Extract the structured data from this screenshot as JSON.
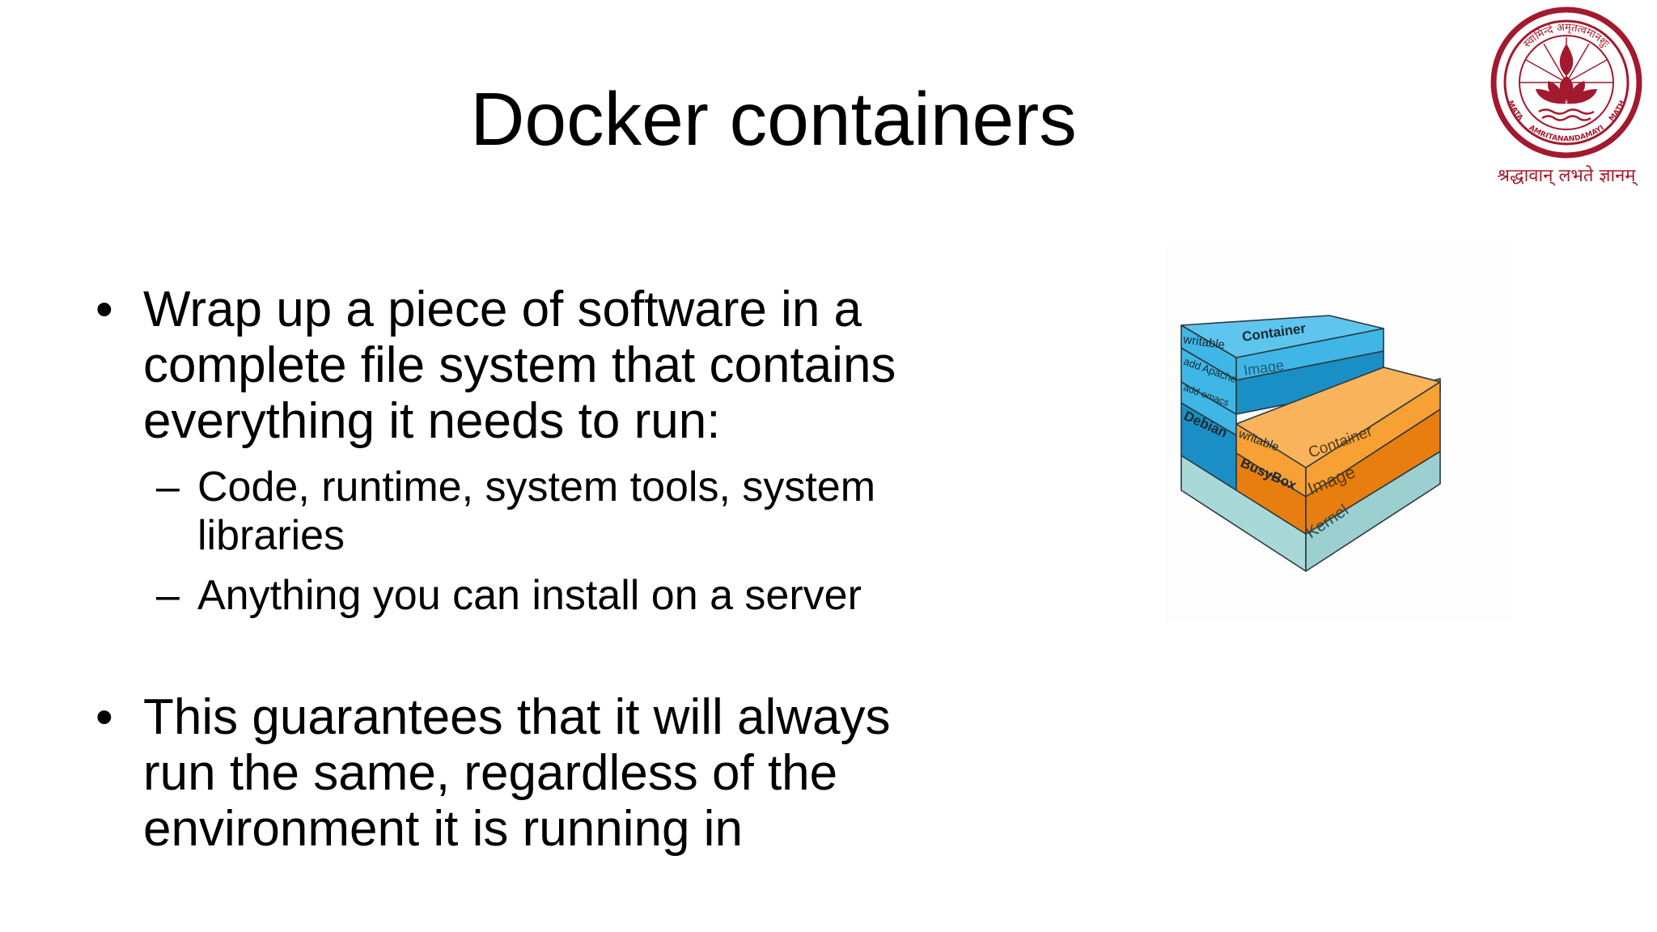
{
  "slide": {
    "title": "Docker containers",
    "bullets": [
      {
        "lines": [
          "Wrap up a piece of software in a",
          "complete file system that contains",
          "everything it needs to run:"
        ],
        "sub": [
          {
            "lines": [
              "Code, runtime, system tools, system",
              "libraries"
            ]
          },
          {
            "lines": [
              "Anything you can install on a server"
            ]
          }
        ]
      },
      {
        "lines": [
          "This guarantees that it will always",
          "run the same, regardless of the",
          "environment it is running in"
        ],
        "sub": []
      }
    ],
    "bullet_glyph": "•",
    "dash_glyph": "–"
  },
  "logo": {
    "ring_text_top": "स्वामिन्दे अमृतत्वमानशुः",
    "ring_text_left": "MATA",
    "ring_text_bottom": "AMRITANANDAMAYI",
    "ring_text_right": "MATH",
    "motto": "श्रद्धावान् लभते ज्ञानम्",
    "color": "#a3192e"
  },
  "diagram": {
    "labels": {
      "writable_left": "writable",
      "container_top": "Container",
      "add_apache": "add Apache",
      "image_top": "Image",
      "add_emacs": "add emacs",
      "debian": "Debian",
      "writable_right": "writable",
      "container_right": "Container",
      "busybox": "BusyBox",
      "image_right": "Image",
      "kernel": "Kernel"
    },
    "colors": {
      "blue_light": "#3fb6e6",
      "blue_dark": "#1a8fc6",
      "orange_light": "#f7a033",
      "orange_dark": "#e87e0f",
      "kernel": "#a9d8d8"
    }
  }
}
